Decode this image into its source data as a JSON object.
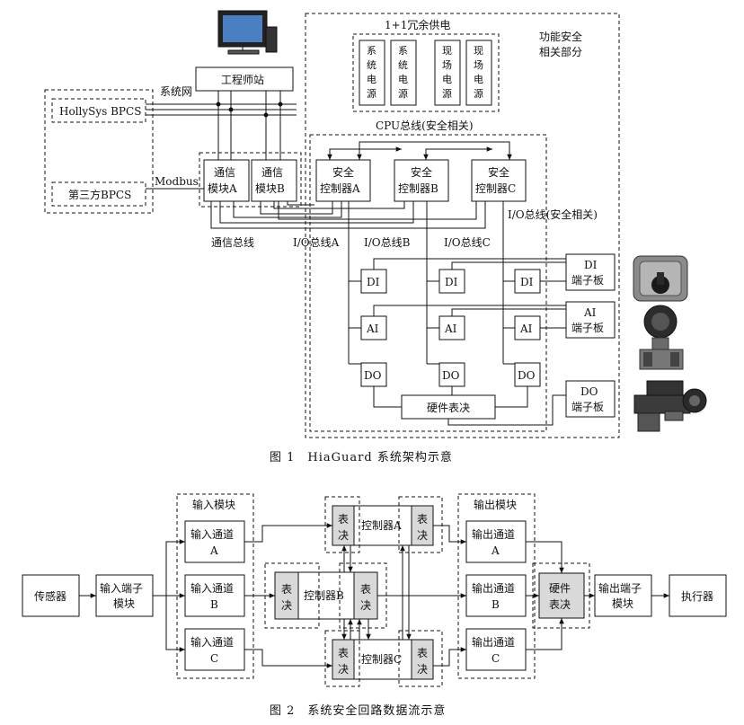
{
  "figure1": {
    "caption": "图 1　HiaGuard 系统架构示意",
    "region_label_1": "功能安全",
    "region_label_2": "相关部分",
    "redundant_power": "1+1冗余供电",
    "power_units": [
      {
        "l1": "系",
        "l2": "统",
        "l3": "电",
        "l4": "源"
      },
      {
        "l1": "系",
        "l2": "统",
        "l3": "电",
        "l4": "源"
      },
      {
        "l1": "现",
        "l2": "场",
        "l3": "电",
        "l4": "源"
      },
      {
        "l1": "现",
        "l2": "场",
        "l3": "电",
        "l4": "源"
      }
    ],
    "engineer_station": "工程师站",
    "system_network": "系统网",
    "hollysys_bpcs": "HollySys BPCS",
    "third_party_bpcs": "第三方BPCS",
    "modbus": "Modbus",
    "comm_module_a_1": "通信",
    "comm_module_a_2": "模块A",
    "comm_module_b_1": "通信",
    "comm_module_b_2": "模块B",
    "cpu_bus": "CPU总线(安全相关)",
    "controllers": [
      {
        "l1": "安全",
        "l2": "控制器A"
      },
      {
        "l1": "安全",
        "l2": "控制器B"
      },
      {
        "l1": "安全",
        "l2": "控制器C"
      }
    ],
    "io_bus_safety": "I/O总线(安全相关)",
    "comm_bus": "通信总线",
    "io_bus_a": "I/O总线A",
    "io_bus_b": "I/O总线B",
    "io_bus_c": "I/O总线C",
    "di": "DI",
    "ai": "AI",
    "do": "DO",
    "di_terminal_1": "DI",
    "di_terminal_2": "端子板",
    "ai_terminal_1": "AI",
    "ai_terminal_2": "端子板",
    "do_terminal_1": "DO",
    "do_terminal_2": "端子板",
    "hardware_voting": "硬件表决"
  },
  "figure2": {
    "caption": "图 2　系统安全回路数据流示意",
    "sensor": "传感器",
    "input_terminal_1": "输入端子",
    "input_terminal_2": "模块",
    "input_module": "输入模块",
    "input_channels": [
      {
        "l1": "输入通道",
        "l2": "A"
      },
      {
        "l1": "输入通道",
        "l2": "B"
      },
      {
        "l1": "输入通道",
        "l2": "C"
      }
    ],
    "controller_a": "控制器A",
    "controller_b": "控制器B",
    "controller_c": "控制器C",
    "vote_1": "表",
    "vote_2": "决",
    "output_module": "输出模块",
    "output_channels": [
      {
        "l1": "输出通道",
        "l2": "A"
      },
      {
        "l1": "输出通道",
        "l2": "B"
      },
      {
        "l1": "输出通道",
        "l2": "C"
      }
    ],
    "hw_vote_1": "硬件",
    "hw_vote_2": "表决",
    "output_terminal_1": "输出端子",
    "output_terminal_2": "模块",
    "actuator": "执行器"
  },
  "colors": {
    "line": "#111111",
    "shade": "#d9d9d9"
  }
}
